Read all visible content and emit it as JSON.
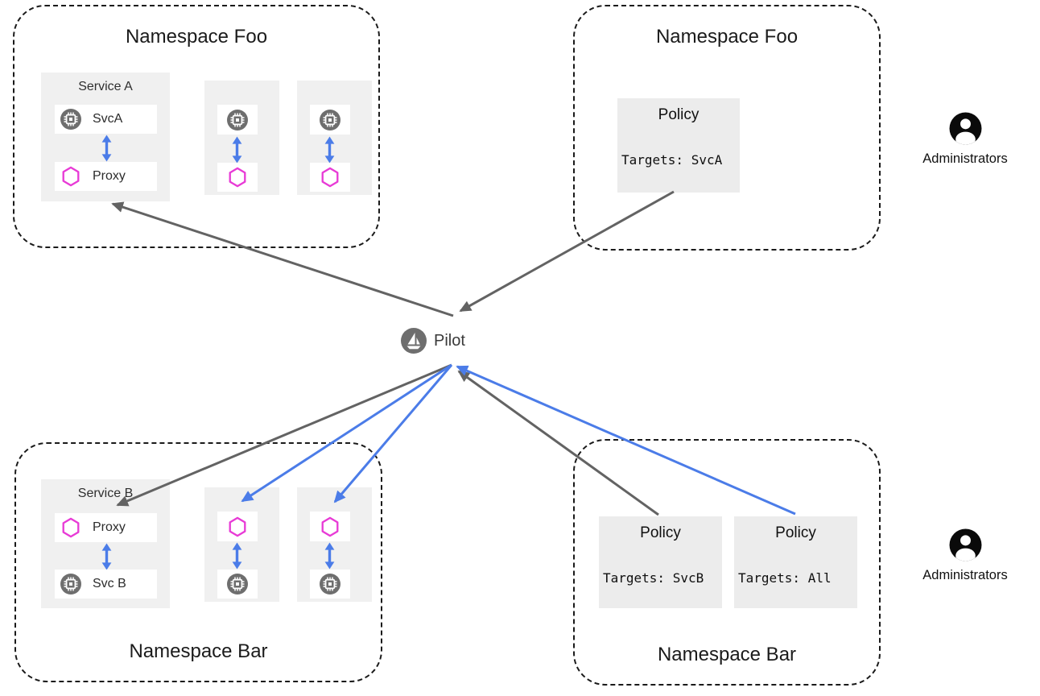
{
  "diagram": {
    "namespace_foo_left": {
      "title": "Namespace Foo",
      "service_a": {
        "title": "Service A",
        "service_label": "SvcA",
        "proxy_label": "Proxy"
      }
    },
    "namespace_foo_right": {
      "title": "Namespace Foo",
      "policy": {
        "title": "Policy",
        "targets": "Targets: SvcA"
      }
    },
    "namespace_bar_left": {
      "title": "Namespace Bar",
      "service_b": {
        "title": "Service B",
        "proxy_label": "Proxy",
        "service_label": "Svc B"
      }
    },
    "namespace_bar_right": {
      "title": "Namespace Bar",
      "policy_svcb": {
        "title": "Policy",
        "targets": "Targets: SvcB"
      },
      "policy_all": {
        "title": "Policy",
        "targets": "Targets: All"
      }
    },
    "pilot": {
      "label": "Pilot"
    },
    "administrators_top": {
      "label": "Administrators"
    },
    "administrators_bottom": {
      "label": "Administrators"
    },
    "icons": {
      "service": "chip-icon",
      "proxy": "hexagon-icon",
      "pilot": "sailboat-icon",
      "administrators": "person-icon",
      "sync": "double-arrow-icon"
    },
    "colors": {
      "arrow_gray": "#636363",
      "arrow_blue": "#4b7ce8",
      "proxy_magenta": "#e83ad6",
      "icon_circle_gray": "#6e6e6e",
      "panel_gray": "#f0f0f0",
      "policy_gray": "#ececec",
      "dashed_border": "#1a1a1a"
    }
  }
}
